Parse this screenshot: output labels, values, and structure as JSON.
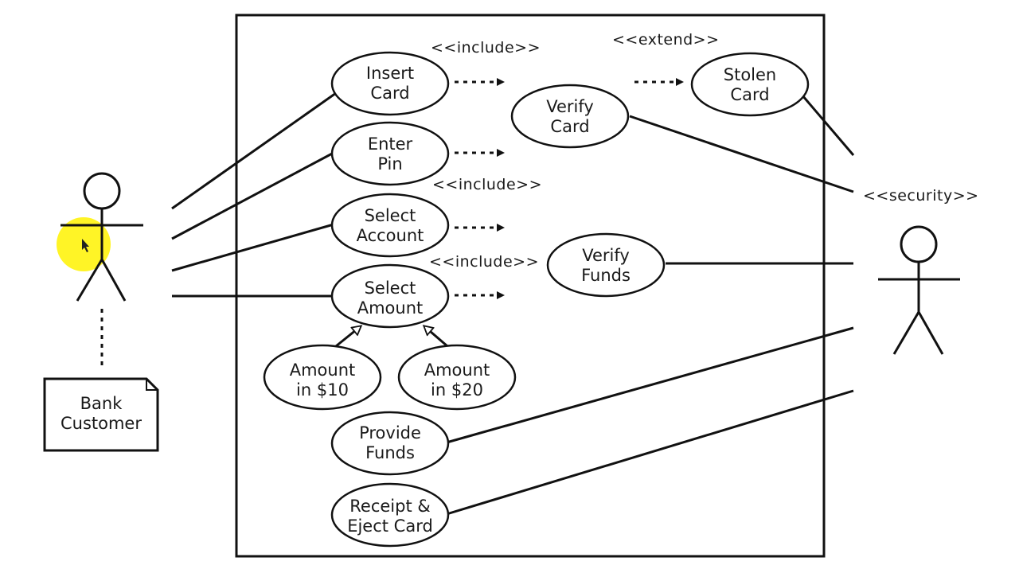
{
  "use_cases": {
    "insert_card": [
      "Insert",
      "Card"
    ],
    "enter_pin": [
      "Enter",
      "Pin"
    ],
    "select_account": [
      "Select",
      "Account"
    ],
    "select_amount": [
      "Select",
      "Amount"
    ],
    "amount_10": [
      "Amount",
      "in $10"
    ],
    "amount_20": [
      "Amount",
      "in $20"
    ],
    "provide_funds": [
      "Provide",
      "Funds"
    ],
    "receipt_eject": [
      "Receipt &",
      "Eject Card"
    ],
    "verify_card": [
      "Verify",
      "Card"
    ],
    "stolen_card": [
      "Stolen",
      "Card"
    ],
    "verify_funds": [
      "Verify",
      "Funds"
    ]
  },
  "stereotypes": {
    "include_1": "<<include>>",
    "include_2": "<<include>>",
    "include_3": "<<include>>",
    "extend": "<<extend>>",
    "security": "<<security>>"
  },
  "actor_note": [
    "Bank",
    "Customer"
  ],
  "colors": {
    "line": "#111111",
    "cursor_highlight": "#fff200"
  }
}
